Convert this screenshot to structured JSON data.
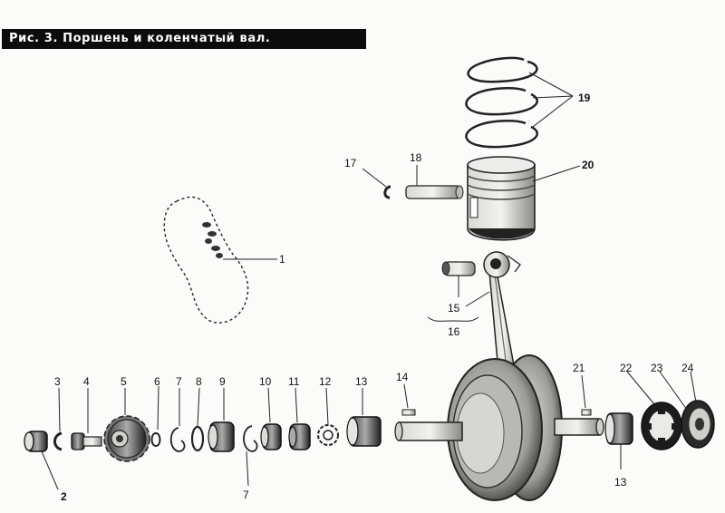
{
  "title": "Рис. 3. Поршень и коленчатый вал.",
  "callouts": {
    "c1": "1",
    "c2": "2",
    "c3": "3",
    "c4": "4",
    "c5": "5",
    "c6": "6",
    "c7a": "7",
    "c7b": "7",
    "c8": "8",
    "c9": "9",
    "c10": "10",
    "c11": "11",
    "c12": "12",
    "c13a": "13",
    "c13b": "13",
    "c14": "14",
    "c15": "15",
    "c16": "16",
    "c17": "17",
    "c18": "18",
    "c19": "19",
    "c20": "20",
    "c21": "21",
    "c22": "22",
    "c23": "23",
    "c24": "24"
  }
}
